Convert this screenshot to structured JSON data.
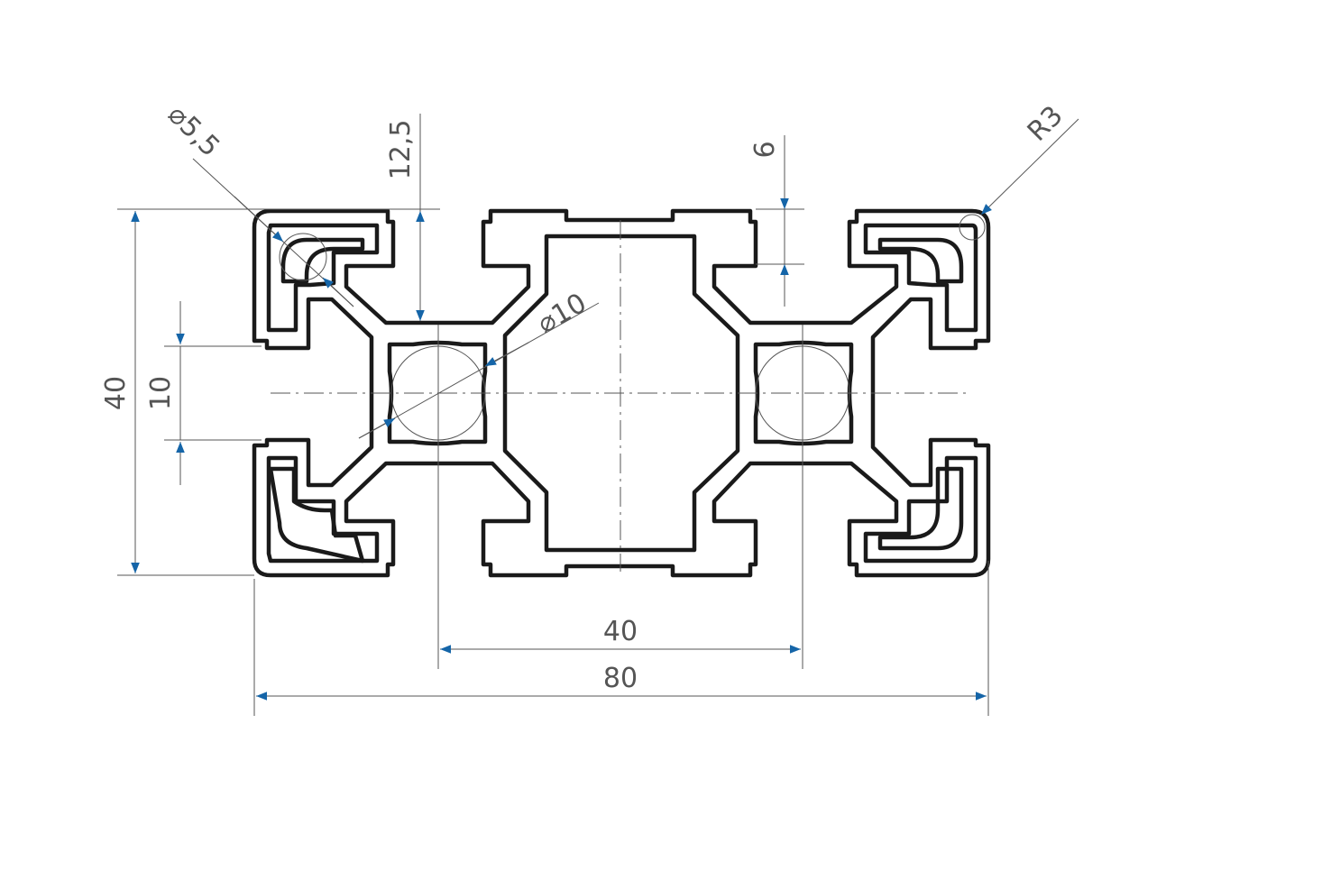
{
  "drawing": {
    "dimensions": {
      "hole_corner": "5,5",
      "slot_depth": "12,5",
      "slot_width": "6",
      "corner_radius": "R3",
      "height": "40",
      "slot_opening": "10",
      "core_bore": "10",
      "pitch": "40",
      "width": "80"
    },
    "symbols": {
      "diameter": "⌀"
    },
    "colors": {
      "outline": "#1a1a1a",
      "dimension_line": "#555555",
      "arrow": "#1565a8",
      "text": "#555555"
    }
  }
}
